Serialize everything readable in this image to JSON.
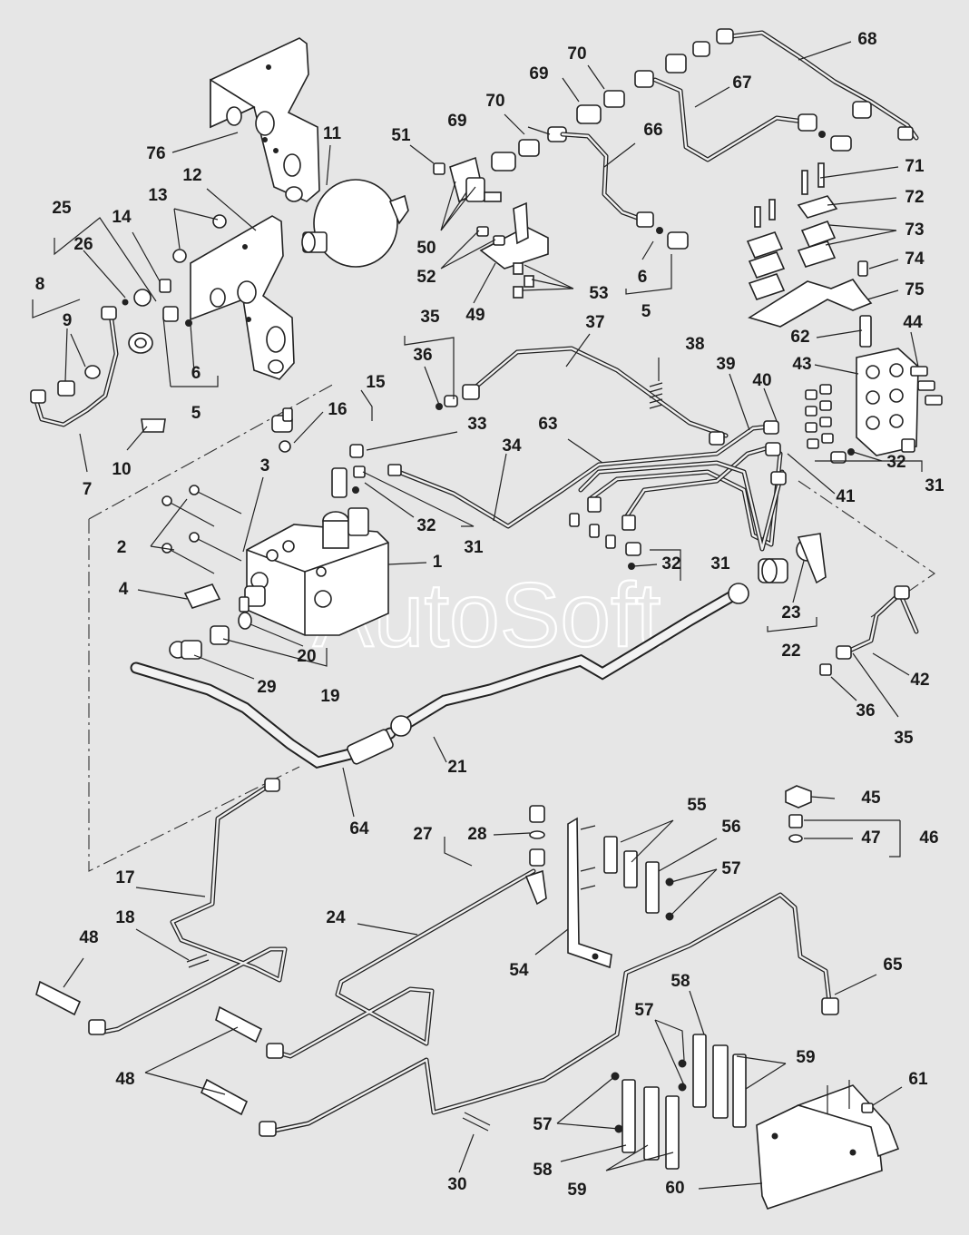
{
  "watermark": "AutoSoft",
  "labels": {
    "l1": "1",
    "l2": "2",
    "l3": "3",
    "l4": "4",
    "l5a": "5",
    "l5b": "5",
    "l6a": "6",
    "l6b": "6",
    "l7": "7",
    "l8": "8",
    "l9": "9",
    "l10": "10",
    "l11": "11",
    "l12": "12",
    "l13": "13",
    "l14": "14",
    "l15": "15",
    "l16": "16",
    "l17": "17",
    "l18": "18",
    "l19": "19",
    "l20": "20",
    "l21": "21",
    "l22": "22",
    "l23": "23",
    "l24": "24",
    "l25": "25",
    "l26": "26",
    "l27": "27",
    "l28": "28",
    "l29": "29",
    "l30": "30",
    "l31a": "31",
    "l31b": "31",
    "l31c": "31",
    "l32a": "32",
    "l32b": "32",
    "l32c": "32",
    "l33": "33",
    "l34": "34",
    "l35a": "35",
    "l35b": "35",
    "l36a": "36",
    "l36b": "36",
    "l37": "37",
    "l38": "38",
    "l39": "39",
    "l40": "40",
    "l41": "41",
    "l42": "42",
    "l43": "43",
    "l44": "44",
    "l45": "45",
    "l46": "46",
    "l47": "47",
    "l48a": "48",
    "l48b": "48",
    "l49": "49",
    "l50": "50",
    "l51": "51",
    "l52": "52",
    "l53": "53",
    "l54": "54",
    "l55": "55",
    "l56": "56",
    "l57a": "57",
    "l57b": "57",
    "l57c": "57",
    "l58a": "58",
    "l58b": "58",
    "l59a": "59",
    "l59b": "59",
    "l60": "60",
    "l61": "61",
    "l62": "62",
    "l63": "63",
    "l64": "64",
    "l65": "65",
    "l66": "66",
    "l67": "67",
    "l68": "68",
    "l69a": "69",
    "l69b": "69",
    "l70a": "70",
    "l70b": "70",
    "l71": "71",
    "l72": "72",
    "l73": "73",
    "l74": "74",
    "l75": "75",
    "l76": "76"
  }
}
